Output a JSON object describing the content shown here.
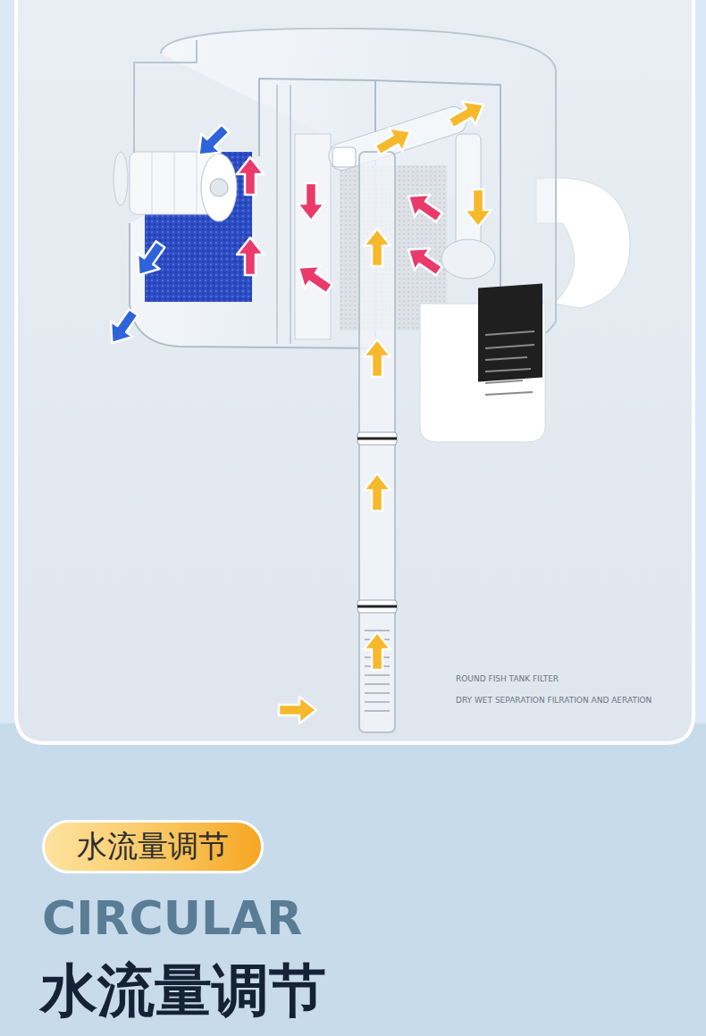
{
  "diagram": {
    "nodes": [
      {
        "text": [
          "水流量调节"
        ]
      }
    ],
    "labels": [
      "ROUND FISH TANK FILTER",
      "DRY WET SEPARATION FILRATION AND AERATION",
      "CIRCULAR",
      "水流量调节"
    ]
  }
}
